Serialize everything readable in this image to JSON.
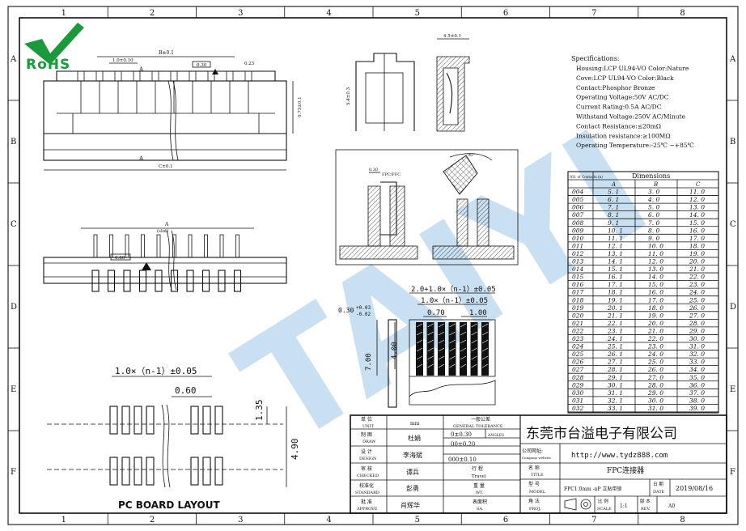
{
  "border": {
    "col_labels": [
      "1",
      "2",
      "3",
      "4",
      "5",
      "6",
      "7",
      "8"
    ],
    "row_labels": [
      "A",
      "B",
      "C",
      "D",
      "E",
      "F"
    ]
  },
  "logo": {
    "text": "RoHS",
    "color": "#1a9a3a"
  },
  "watermark": {
    "text": "TAIYI"
  },
  "top_view": {
    "dim_b": "B±0.1",
    "dim_pitch": "1.0±0.10",
    "dim_030": "0.30",
    "dim_025": "0.25",
    "dim_height": "0.73±0.1",
    "dim_c": "C±0.1",
    "section_a": "A"
  },
  "bottom_view": {
    "dim_a": "A",
    "slot": "(slot)",
    "dim_080": "0.80"
  },
  "side_view": {
    "dim_width": "4.5±0.1",
    "dim_height": "5.4±0.3"
  },
  "section_view": {
    "dim_left": "0.30",
    "dim_right": "FPC/FFC",
    "angle": "90°"
  },
  "fpc_layout": {
    "total": "2.0+1.0×（n-1）±0.05",
    "pitch_total": "1.0×（n-1）±0.05",
    "dim_070": "0.70",
    "dim_100": "1.00",
    "thickness": "0.30",
    "tol_plus": "+0.03",
    "tol_minus": "-0.02",
    "dim_700": "7.00",
    "dim_400": "4.00"
  },
  "pcb_layout": {
    "title": "PC BOARD LAYOUT",
    "pitch": "1.0×（n-1）±0.05",
    "dim_060": "0.60",
    "dim_135": "1.35",
    "dim_490": "4.90"
  },
  "specifications": {
    "title": "Specifications:",
    "lines": [
      "Housing:LCP UL94-VO Color:Nature",
      "Cove:LCP UL94-VO Color:Black",
      "Contact:Phosphor Bronze",
      "Operating Voltage:50V AC/DC",
      "Current Rating:0.5A AC/DC",
      "Withstand Voltage:250V AC/Minute",
      "Contact Resistance:≤20mΩ",
      "Insulation resistance:≥100MΩ",
      "Operating Temperature:-25℃ ~+85℃"
    ]
  },
  "dimension_table": {
    "header_no": "NO. of Contacts (n)",
    "header_dims": "Dimensions",
    "col_a": "A",
    "col_b": "B",
    "col_c": "C",
    "rows": [
      [
        "004",
        "5. 1",
        "3. 0",
        "11. 0"
      ],
      [
        "005",
        "6. 1",
        "4. 0",
        "12. 0"
      ],
      [
        "006",
        "7. 1",
        "5. 0",
        "13. 0"
      ],
      [
        "007",
        "8. 1",
        "6. 0",
        "14. 0"
      ],
      [
        "008",
        "9. 1",
        "7. 0",
        "15. 0"
      ],
      [
        "009",
        "10. 1",
        "8. 0",
        "16. 0"
      ],
      [
        "010",
        "11. 1",
        "9. 0",
        "17. 0"
      ],
      [
        "011",
        "12. 1",
        "10. 0",
        "18. 0"
      ],
      [
        "012",
        "13. 1",
        "11. 0",
        "19. 0"
      ],
      [
        "013",
        "14. 1",
        "12. 0",
        "20. 0"
      ],
      [
        "014",
        "15. 1",
        "13. 0",
        "21. 0"
      ],
      [
        "015",
        "16. 1",
        "14. 0",
        "22. 0"
      ],
      [
        "016",
        "17. 1",
        "15. 0",
        "23. 0"
      ],
      [
        "017",
        "18. 1",
        "16. 0",
        "24. 0"
      ],
      [
        "018",
        "19. 1",
        "17. 0",
        "25. 0"
      ],
      [
        "019",
        "20. 1",
        "18. 0",
        "26. 0"
      ],
      [
        "020",
        "21. 1",
        "19. 0",
        "27. 0"
      ],
      [
        "021",
        "22. 1",
        "20. 0",
        "28. 0"
      ],
      [
        "022",
        "23. 1",
        "21. 0",
        "29. 0"
      ],
      [
        "023",
        "24. 1",
        "22. 0",
        "30. 0"
      ],
      [
        "024",
        "25. 1",
        "23. 0",
        "31. 0"
      ],
      [
        "025",
        "26. 1",
        "24. 0",
        "32. 0"
      ],
      [
        "026",
        "27. 1",
        "25. 0",
        "33. 0"
      ],
      [
        "027",
        "28. 1",
        "26. 0",
        "34. 0"
      ],
      [
        "028",
        "29. 1",
        "27. 0",
        "35. 0"
      ],
      [
        "029",
        "30. 1",
        "28. 0",
        "36. 0"
      ],
      [
        "030",
        "31. 1",
        "29. 0",
        "37. 0"
      ],
      [
        "031",
        "32. 1",
        "30. 0",
        "38. 0"
      ],
      [
        "032",
        "33. 1",
        "31. 0",
        "39. 0"
      ]
    ]
  },
  "title_block": {
    "unit_cn": "单 位",
    "unit_en": "UNIT",
    "unit_val": "mm",
    "tol_cn": "一般公差",
    "tol_en": "GENERAL TOLERANCE",
    "angles": "ANGLES",
    "draw_cn": "制 图",
    "draw_en": "DRAW",
    "draw_name": "杜娟",
    "design_cn": "设 计",
    "design_en": "DESIGN",
    "design_name": "李海斌",
    "checked_cn": "审 核",
    "checked_en": "CHECKED",
    "checked_name": "谭兵",
    "standard_cn": "校准化",
    "standard_en": "STANDARD",
    "standard_name": "彭勇",
    "approve_cn": "批 准",
    "approve_en": "APPROVE",
    "approve_name": "肖辉华",
    "tol1": "0±0.30",
    "tol2": "00±0.20",
    "tol3": "000±0.10",
    "travel_cn": "行 程",
    "travel_en": "Travel",
    "weight_cn": "重 量",
    "weight_en": "WT.",
    "surface_cn": "表面积",
    "surface_en": "SA.",
    "company": "东莞市台溢电子有限公司",
    "website_cn": "公司网址:",
    "website_en": "Company website",
    "website": "http://www.tydz888.com",
    "title_cn": "名 称",
    "title_en": "TITLE",
    "title_val": "FPC连接器",
    "model_cn": "型 号",
    "model_en": "MODEL",
    "model_val": "FPC1.0mm -nP 立贴带锁",
    "date_cn": "日 期",
    "date_en": "DATE",
    "date_val": "2019/08/16",
    "proj_cn": "角 法",
    "proj_en": "PROJ.",
    "scale_cn": "比 例",
    "scale_en": "SCALE",
    "scale_val": "1:1",
    "rev_cn": "版 本",
    "rev_en": "REV.",
    "rev_val": "A0"
  }
}
